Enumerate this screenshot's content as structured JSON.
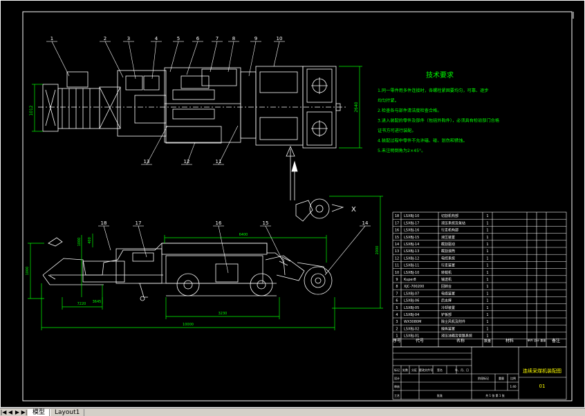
{
  "tech": {
    "title": "技术要求",
    "lines": [
      "1.同一零件用多件连接时，各螺栓紧固要均匀，可靠、逐步",
      "  均匀拧紧。",
      "2.检查各与部件清洁度检查合格。",
      "3.进入装配的零件及部件（包括外购件），必须具有检验部门合格",
      "  证书方可进行装配。",
      "4.装配过程中零件不允许磕、碰、划伤和锈蚀。",
      "5.未注明倒角为2×45°。"
    ]
  },
  "top_callouts": [
    "1",
    "2",
    "3",
    "4",
    "5",
    "6",
    "7",
    "8",
    "9",
    "10",
    "13",
    "12",
    "11"
  ],
  "side_callouts": [
    "18",
    "17",
    "16",
    "15",
    "14"
  ],
  "marker_x": "X",
  "dims": {
    "top_left": "1012",
    "top_right": "2640",
    "side_top": "6400",
    "side_right": "2000",
    "side_left": "1000",
    "side_b1": "7220",
    "side_b2": "3645",
    "side_wheel": "3230",
    "side_total": "10000",
    "side_small1": "1000",
    "side_small2": "400"
  },
  "bom": {
    "rows": [
      {
        "no": "18",
        "code": "LSXBJ-10",
        "name": "切割机构部",
        "qty": "1"
      },
      {
        "no": "17",
        "code": "LSXBJ-17",
        "name": "液压系统及泵站",
        "qty": "1"
      },
      {
        "no": "16",
        "code": "LSXBJ-16",
        "name": "行走机构部",
        "qty": "1"
      },
      {
        "no": "15",
        "code": "LSXBJ-15",
        "name": "液压装置",
        "qty": "1"
      },
      {
        "no": "14",
        "code": "LSXBJ-14",
        "name": "截割驱动",
        "qty": "1"
      },
      {
        "no": "13",
        "code": "LSXBJ-13",
        "name": "截割滚筒",
        "qty": "1"
      },
      {
        "no": "12",
        "code": "LSXBJ-12",
        "name": "电控系统",
        "qty": "1"
      },
      {
        "no": "11",
        "code": "LSXBJ-11",
        "name": "行走装置",
        "qty": "1"
      },
      {
        "no": "10",
        "code": "LSXBJ-10",
        "name": "转载机",
        "qty": "1"
      },
      {
        "no": "9",
        "code": "Kuper8",
        "name": "输送机",
        "qty": "1"
      },
      {
        "no": "8",
        "code": "XJC-700200",
        "name": "回转台",
        "qty": "1"
      },
      {
        "no": "7",
        "code": "LSXBJ-07",
        "name": "电缆装置",
        "qty": "1"
      },
      {
        "no": "6",
        "code": "LSXBJ-06",
        "name": "后支撑",
        "qty": "1"
      },
      {
        "no": "5",
        "code": "LSXBJ-05",
        "name": "冷却装置",
        "qty": "1"
      },
      {
        "no": "4",
        "code": "LSXBJ-04",
        "name": "铲板部",
        "qty": "1"
      },
      {
        "no": "3",
        "code": "WX3080M",
        "name": "除尘风机及附件",
        "qty": "1"
      },
      {
        "no": "2",
        "code": "LSXBJ-02",
        "name": "操纵装置",
        "qty": "1"
      },
      {
        "no": "1",
        "code": "LSXBJ-01",
        "name": "液压油箱及管路系统",
        "qty": "1"
      }
    ],
    "header": {
      "no": "序号",
      "code": "代号",
      "name": "名称",
      "qty": "数量",
      "mat": "材料",
      "unit": "单件 总计 重量",
      "note": "备注"
    }
  },
  "title_block": {
    "drawing_title": "连续采煤机装配图",
    "drawing_no": "01",
    "r1": [
      "标记",
      "处数",
      "分区",
      "更改文件号",
      "签名",
      "年、月、日"
    ],
    "design": "设计",
    "check": "审核",
    "process": "工艺",
    "approve": "批准",
    "stage": "阶段标记",
    "weight": "重量",
    "scale": "比例",
    "scale_val": "1:40",
    "sheet": "共 1 张 第 1 张"
  },
  "statusbar": {
    "nav": [
      "|◀",
      "◀",
      "▶",
      "▶|"
    ],
    "tabs": [
      "模型",
      "Layout1"
    ]
  },
  "colors": {
    "bg": "#000000",
    "line": "#ffffff",
    "dim": "#00ff00",
    "text_green": "#00ff00",
    "text_yellow": "#ffff00",
    "callout": "#ffffff"
  }
}
